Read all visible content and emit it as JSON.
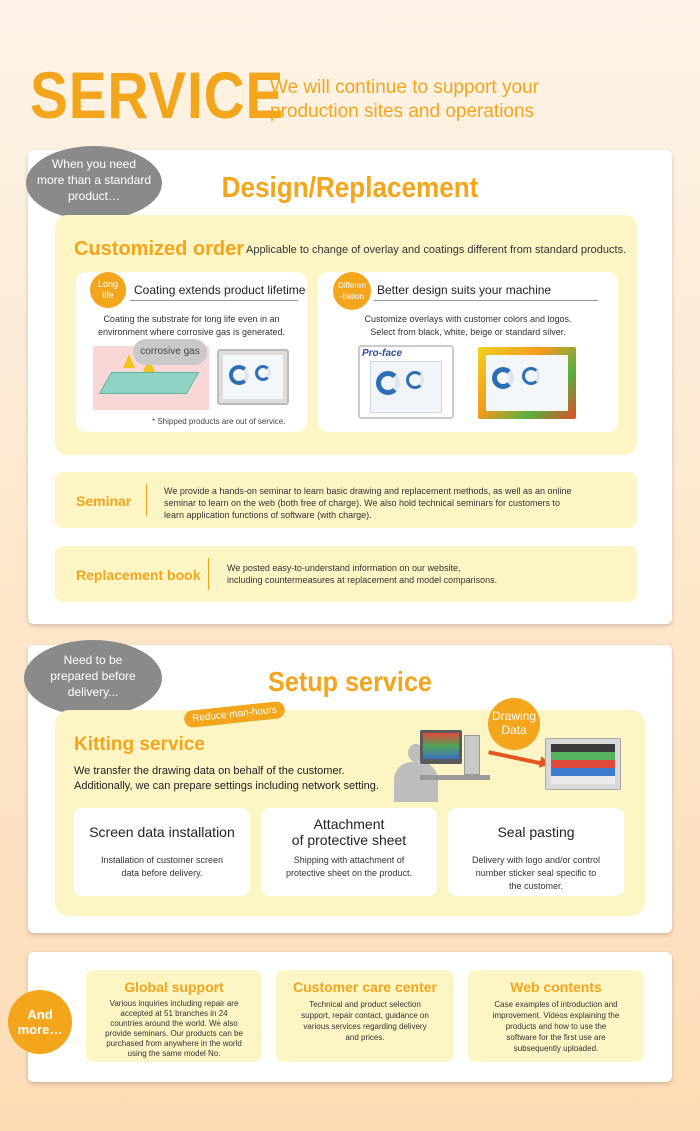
{
  "header": {
    "title": "SERVICE",
    "subtitle": "We will continue to support your production sites and operations"
  },
  "design": {
    "bubble": [
      "When you need",
      "more than a standard",
      "product…"
    ],
    "title": "Design/Replacement",
    "custom": {
      "title": "Customized order",
      "desc": "Applicable to change of overlay and coatings different from standard products.",
      "left": {
        "badge": [
          "Long",
          "life"
        ],
        "heading": "Coating extends product lifetime",
        "text": [
          "Coating the substrate for long life even in an",
          "environment where corrosive gas is generated."
        ],
        "gas_label": "corrosive gas",
        "note": "* Shipped products are out of service."
      },
      "right": {
        "badge": [
          "Differen",
          "-tiation"
        ],
        "heading": "Better design suits your machine",
        "text": [
          "Customize overlays with customer colors and logos.",
          "Select from black, white, beige or standard silver."
        ],
        "logo": "Pro-face"
      }
    },
    "seminar": {
      "title": "Seminar",
      "text": [
        "We provide a hands-on seminar to learn basic drawing and replacement methods, as well as an online",
        "seminar to learn on the web (both free of charge). We also hold technical seminars for customers to",
        "learn application functions of software (with charge)."
      ]
    },
    "replacement": {
      "title": "Replacement book",
      "text": [
        "We posted easy-to-understand information on our website,",
        "including countermeasures at replacement and model comparisons."
      ]
    }
  },
  "setup": {
    "bubble": [
      "Need to be",
      "prepared before",
      "delivery..."
    ],
    "title": "Setup service",
    "tag": "Reduce man-hours",
    "kitting_title": "Kitting service",
    "kitting_text": [
      "We transfer the drawing data on behalf of the customer.",
      "Additionally, we can prepare settings including network setting."
    ],
    "drawing_badge": [
      "Drawing",
      "Data"
    ],
    "features": [
      {
        "title": [
          "Screen data installation"
        ],
        "text": [
          "Installation of customer screen",
          "data before delivery."
        ]
      },
      {
        "title": [
          "Attachment",
          "of protective sheet"
        ],
        "text": [
          "Shipping with attachment of",
          "protective sheet on the product."
        ]
      },
      {
        "title": [
          "Seal pasting"
        ],
        "text": [
          "Delivery with logo and/or control",
          "number sticker seal specific to",
          "the customer."
        ]
      }
    ]
  },
  "more": {
    "badge": [
      "And",
      "more…"
    ],
    "items": [
      {
        "title": "Global support",
        "text": [
          "Various inquiries including repair are",
          "accepted at 51 branches in 24",
          "countries around the world. We also",
          "provide seminars. Our products can be",
          "purchased from anywhere in the world",
          "using the same model No."
        ]
      },
      {
        "title": "Customer care center",
        "text": [
          "Technical and product selection",
          "support, repair contact, guidance on",
          "various services regarding delivery",
          "and prices."
        ]
      },
      {
        "title": "Web contents",
        "text": [
          "Case examples of introduction and",
          "improvement. Videos explaining the",
          "products and how to use the",
          "software for the first use are",
          "subsequently uploaded."
        ]
      }
    ]
  },
  "colors": {
    "accent": "#f3a51b",
    "panel": "#fdf5c4",
    "bubble": "#8a8a8a"
  }
}
